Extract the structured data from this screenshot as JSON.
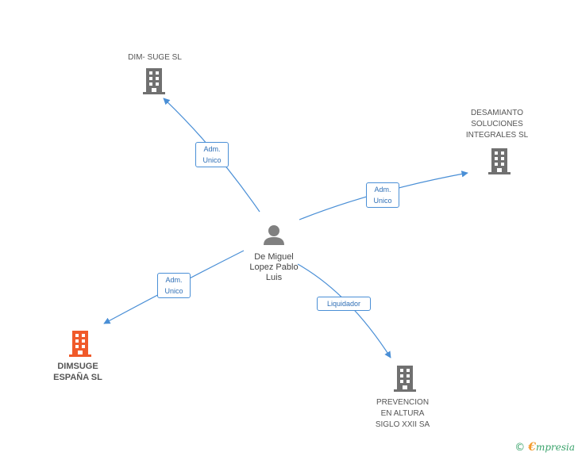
{
  "colors": {
    "company": "#707070",
    "highlight": "#f05a2a",
    "person": "#808080",
    "edge": "#4a8fd6",
    "edge_text": "#2f6fb6"
  },
  "nodes": {
    "person": {
      "label": "De Miguel\nLopez Pablo\nLuis",
      "icon": "person-icon"
    },
    "dim_suge": {
      "label": "DIM- SUGE SL",
      "icon": "building-icon"
    },
    "desamianto": {
      "label": "DESAMIANTO\nSOLUCIONES\nINTEGRALES SL",
      "icon": "building-icon"
    },
    "dimsuge_espana": {
      "label": "DIMSUGE\nESPAÑA SL",
      "icon": "building-icon"
    },
    "prevencion": {
      "label": "PREVENCION\nEN ALTURA\nSIGLO XXII SA",
      "icon": "building-icon"
    }
  },
  "edges": {
    "e1": {
      "label": "Adm.\nUnico"
    },
    "e2": {
      "label": "Adm.\nUnico"
    },
    "e3": {
      "label": "Adm.\nUnico"
    },
    "e4": {
      "label": "Liquidador"
    }
  },
  "footer": {
    "copyright": "©",
    "brand_initial": "€",
    "brand_rest": "mpresia"
  }
}
